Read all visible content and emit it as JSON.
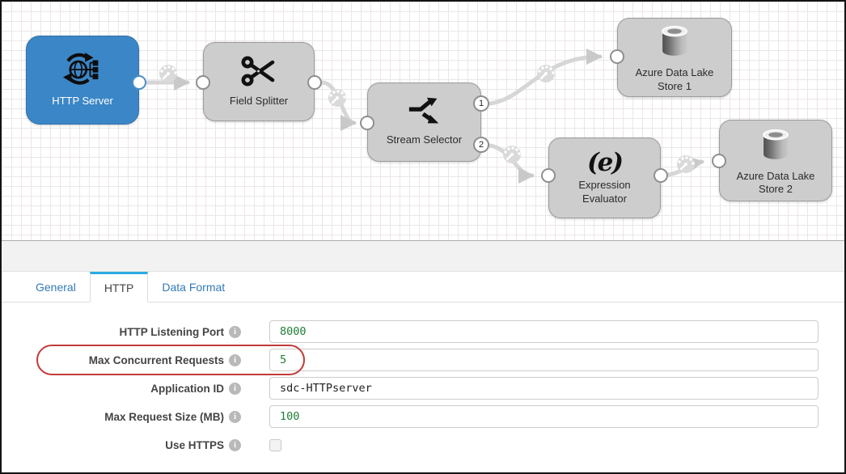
{
  "pipeline": {
    "nodes": [
      {
        "label": "HTTP Server"
      },
      {
        "label": "Field Splitter"
      },
      {
        "label": "Stream Selector",
        "ports": [
          "1",
          "2"
        ]
      },
      {
        "label": "Azure Data Lake Store 1"
      },
      {
        "label": "Expression Evaluator"
      },
      {
        "label": "Azure Data Lake Store 2"
      }
    ],
    "expression_icon_text": "(e)"
  },
  "tabs": {
    "items": [
      {
        "label": "General",
        "active": false
      },
      {
        "label": "HTTP",
        "active": true
      },
      {
        "label": "Data Format",
        "active": false
      }
    ]
  },
  "form": {
    "fields": [
      {
        "label": "HTTP Listening Port",
        "value": "8000"
      },
      {
        "label": "Max Concurrent Requests",
        "value": "5",
        "annotated": true
      },
      {
        "label": "Application ID",
        "value": "sdc-HTTPserver"
      },
      {
        "label": "Max Request Size (MB)",
        "value": "100"
      },
      {
        "label": "Use HTTPS",
        "checked": false
      }
    ]
  },
  "icons": {
    "info_glyph": "i"
  },
  "colors": {
    "selected_node_blue": "#3B86C6",
    "node_gray": "#CDCDCD",
    "tab_accent": "#29ABE2",
    "tab_link_blue": "#337AB7",
    "value_green": "#1E7E34",
    "annotation_red": "#C23B3B",
    "link_gray": "#D6D6D6"
  }
}
